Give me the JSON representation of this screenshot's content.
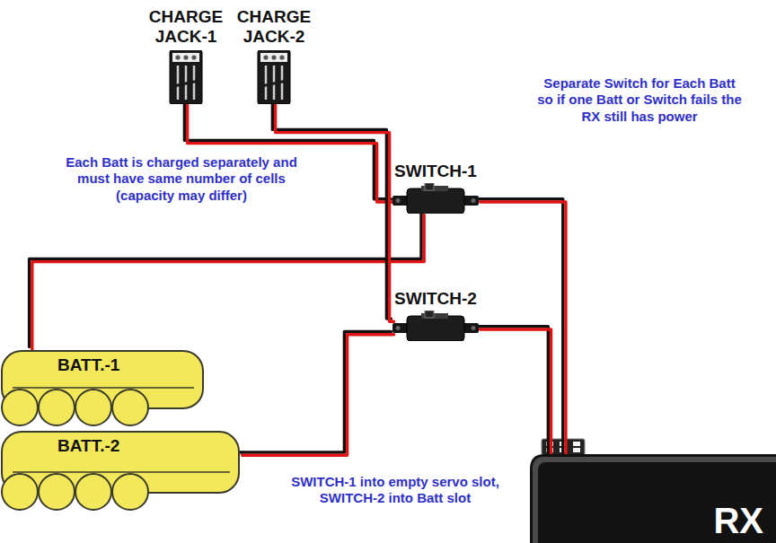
{
  "diagram": {
    "nodes": [
      {
        "text": [
          "CHARGE JACK-1"
        ]
      },
      {
        "text": [
          "CHARGE JACK-2"
        ]
      },
      {
        "text": [
          "SWITCH-1"
        ]
      },
      {
        "text": [
          "SWITCH-2"
        ]
      },
      {
        "text": [
          "BATT.-1"
        ]
      },
      {
        "text": [
          "BATT.-2"
        ]
      },
      {
        "text": [
          "RX"
        ]
      }
    ],
    "edges": [
      {
        "from": 0,
        "to": 2,
        "arrow": "none"
      },
      {
        "from": 4,
        "to": 2,
        "arrow": "none"
      },
      {
        "from": 2,
        "to": 6,
        "arrow": "none"
      },
      {
        "from": 1,
        "to": 3,
        "arrow": "none"
      },
      {
        "from": 5,
        "to": 3,
        "arrow": "none"
      },
      {
        "from": 3,
        "to": 6,
        "arrow": "none"
      }
    ],
    "labels": [
      "Separate Switch for Each Batt so if one Batt or Switch fails the RX still has power",
      "Each Batt is charged separately and must have same number of cells (capacity may differ)",
      "SWITCH-1 into empty servo slot, SWITCH-2 into Batt slot"
    ]
  }
}
